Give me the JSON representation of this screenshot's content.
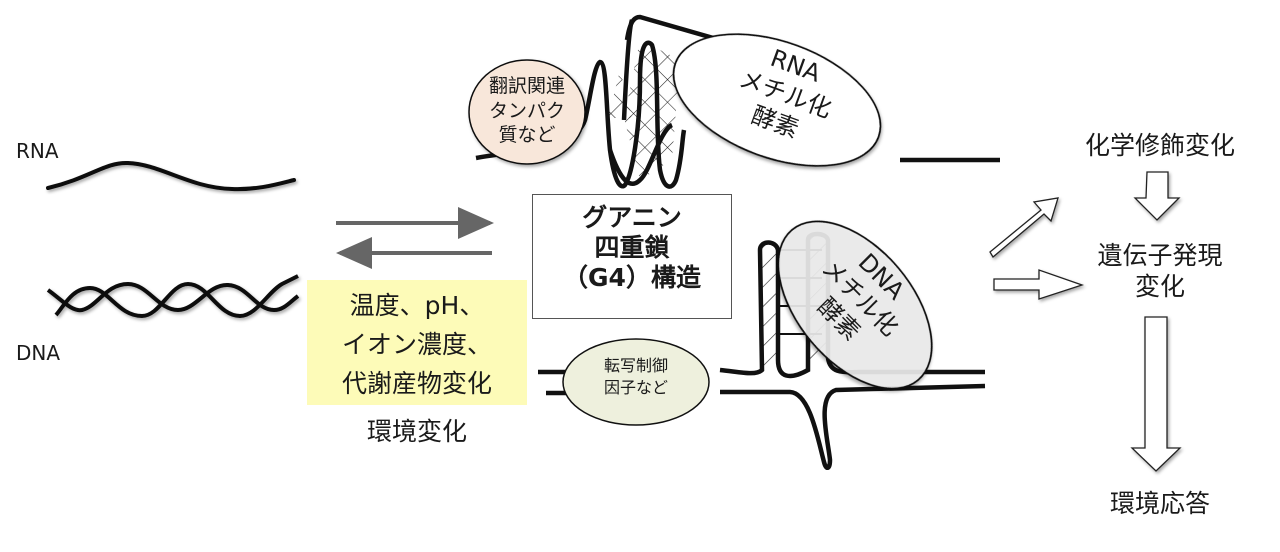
{
  "molecules": {
    "rna_label": "RNA",
    "dna_label": "DNA"
  },
  "environment": {
    "lines": [
      "温度、pH、",
      "イオン濃度、",
      "代謝産物変化"
    ],
    "caption": "環境変化",
    "highlight_color": "#fdfbb8"
  },
  "g4": {
    "lines": [
      "グアニン",
      "四重鎖",
      "（G4）構造"
    ]
  },
  "rna_side": {
    "translation_protein": [
      "翻訳関連",
      "タンパク",
      "質など"
    ],
    "translation_protein_color": "#f8e7da",
    "rna_methylase": [
      "RNA",
      "メチル化",
      "酵素"
    ]
  },
  "dna_side": {
    "transcription_factor": [
      "転写制御",
      "因子など"
    ],
    "transcription_factor_color": "#eef0dd",
    "dna_methylase": [
      "DNA",
      "メチル化",
      "酵素"
    ],
    "dna_methylase_color": "#ececec"
  },
  "outcomes": {
    "chemical_modification": "化学修飾変化",
    "gene_expression": [
      "遺伝子発現",
      "変化"
    ],
    "environmental_response": "環境応答"
  },
  "arrows": {
    "equilibrium_color": "#666666"
  }
}
